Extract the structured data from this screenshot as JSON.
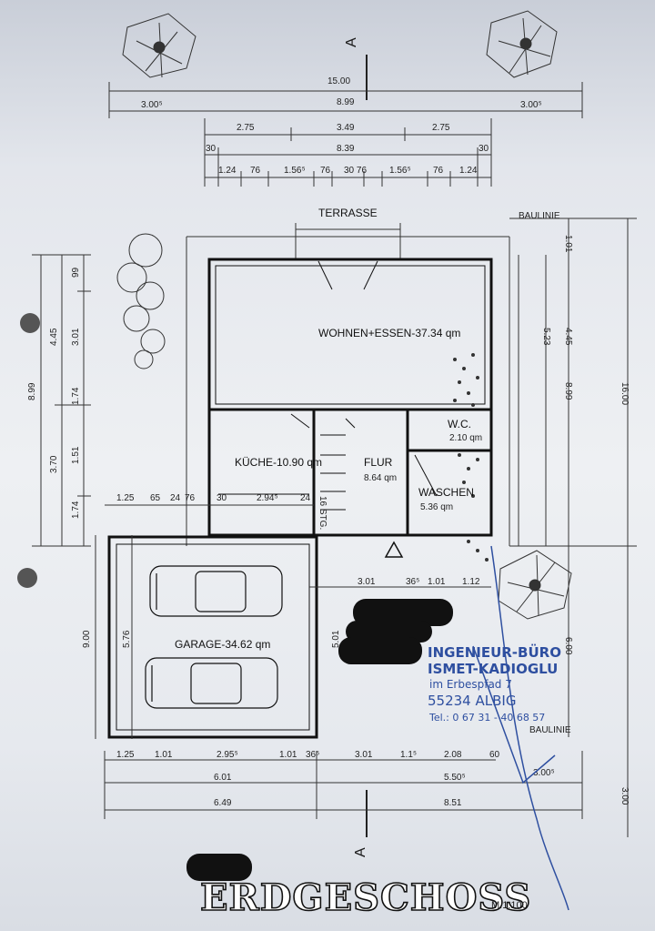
{
  "plan": {
    "title": "ERDGESCHOSS",
    "scale": "M.1:100",
    "section_label": "A",
    "baulinie": "BAULINIE"
  },
  "rooms": {
    "terrasse": "TERRASSE",
    "wohnen": "WOHNEN+ESSEN-37.34 qm",
    "kueche": "KÜCHE-10.90 qm",
    "flur_name": "FLUR",
    "flur_area": "8.64 qm",
    "wc_name": "W.C.",
    "wc_area": "2.10 qm",
    "waschen_name": "WASCHEN",
    "waschen_area": "5.36 qm",
    "stairs": "16 STG.",
    "garage": "GARAGE-34.62 qm"
  },
  "dims": {
    "top_total": "15.00",
    "top_a": "3.00⁵",
    "top_b": "8.99",
    "top_c": "3.00⁵",
    "t2_a": "2.75",
    "t2_b": "3.49",
    "t2_c": "2.75",
    "t3_a": "30",
    "t3_b": "8.39",
    "t3_c": "30",
    "t4_a": "1.24",
    "t4_b": "76",
    "t4_c": "1.56⁵",
    "t4_d": "76",
    "t4_e": "30 76",
    "t4_f": "1.56⁵",
    "t4_g": "76",
    "t4_h": "1.24",
    "left_total": "8.99",
    "left_a": "4.45",
    "left_b": "3.70",
    "left_c": "99",
    "left_d": "3.01",
    "left_e": "1.74",
    "left_f": "1.51",
    "left_g": "1.74",
    "garage_h": "9.00",
    "garage_inner": "5.76",
    "garage_side": "5.01",
    "mid_a": "1.25",
    "mid_b": "65",
    "mid_c": "24",
    "mid_d": "76",
    "mid_e": "30",
    "mid_f": "2.94⁵",
    "mid_g": "24",
    "door_a": "3.01",
    "door_b": "36⁵",
    "door_c": "1.01",
    "door_d": "1.12",
    "right_a": "5.23",
    "right_b": "4.45",
    "right_c": "8.99",
    "right_d": "1.01",
    "right_total": "16.00",
    "right_e": "6.00",
    "right_f": "3.00",
    "b1_a": "1.25",
    "b1_b": "1.01",
    "b1_c": "2.95⁵",
    "b1_d": "1.01",
    "b1_e": "36⁵",
    "b1_f": "3.01",
    "b1_g": "1.1⁵",
    "b1_h": "2.08",
    "b1_i": "60",
    "b2_a": "6.01",
    "b2_b": "5.50⁵",
    "b2_c": "3.00⁵",
    "b3_a": "6.49",
    "b3_b": "8.51"
  },
  "stamp": {
    "line1": "INGENIEUR-BÜRO",
    "line2": "ISMET-KADIOGLU",
    "line3": "im Erbespfad 7",
    "line4": "55234 ALBIG",
    "line5": "Tel.: 0 67 31 - 40 68 57"
  }
}
